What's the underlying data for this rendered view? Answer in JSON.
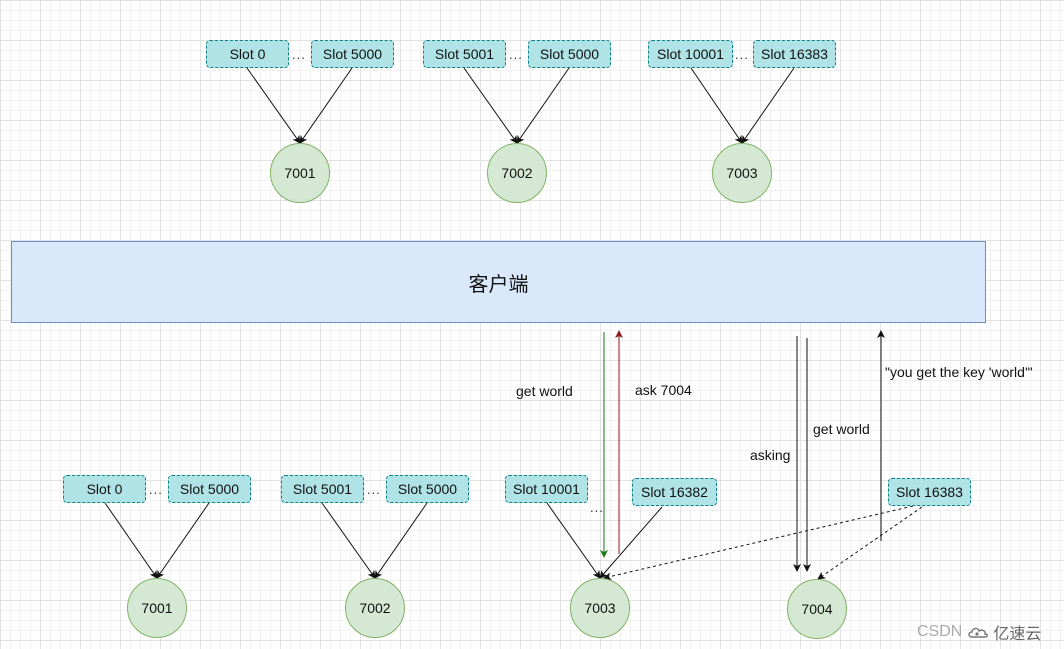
{
  "client": {
    "label": "客户端"
  },
  "top": {
    "groups": [
      {
        "slot_start": "Slot 0",
        "slot_end": "Slot 5000",
        "node": "7001"
      },
      {
        "slot_start": "Slot 5001",
        "slot_end": "Slot 5000",
        "node": "7002"
      },
      {
        "slot_start": "Slot 10001",
        "slot_end": "Slot 16383",
        "node": "7003"
      }
    ],
    "ellipsis": "..."
  },
  "bottom": {
    "groups": [
      {
        "slot_start": "Slot 0",
        "slot_end": "Slot 5000",
        "node": "7001"
      },
      {
        "slot_start": "Slot 5001",
        "slot_end": "Slot 5000",
        "node": "7002"
      },
      {
        "slot_start": "Slot 10001",
        "slot_end": "Slot 16382",
        "node": "7003"
      }
    ],
    "migrating_slot": "Slot 16383",
    "new_node": "7004",
    "ellipsis": "..."
  },
  "labels": {
    "get_world_1": "get world",
    "ask": "ask 7004",
    "asking": "asking",
    "get_world_2": "get world",
    "response": "\"you get the key 'world'\""
  },
  "colors": {
    "slot_fill": "#b0e3e6",
    "node_fill": "#d5e8d4",
    "client_fill": "#dae8fc",
    "request_arrow": "#1a7a1a",
    "redirect_arrow": "#8b1a1a"
  },
  "watermark": {
    "csdn": "CSDN",
    "brand": "亿速云"
  }
}
